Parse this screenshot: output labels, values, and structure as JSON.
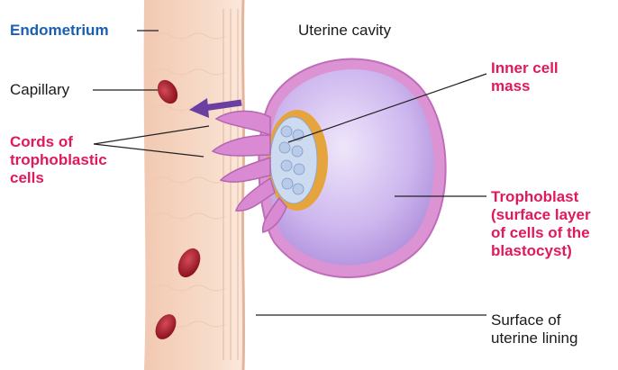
{
  "labels": {
    "endometrium": "Endometrium",
    "uterine_cavity": "Uterine cavity",
    "capillary": "Capillary",
    "cords": "Cords of\ntrophoblastic\ncells",
    "inner_cell_mass": "Inner cell\nmass",
    "trophoblast": "Trophoblast\n(surface layer\nof cells of the\nblastocyst)",
    "surface": "Surface of\nuterine lining"
  },
  "colors": {
    "endometrium_label": "#1a5fb0",
    "highlight_label": "#e0195a",
    "tissue": "#f6d7c4",
    "capillary": "#a31f2e",
    "blastocyst": "#b99be0",
    "trophoblast": "#d98fd0",
    "inner_cell_mass": "#c9d6ef",
    "arrow": "#6a3fa0"
  }
}
